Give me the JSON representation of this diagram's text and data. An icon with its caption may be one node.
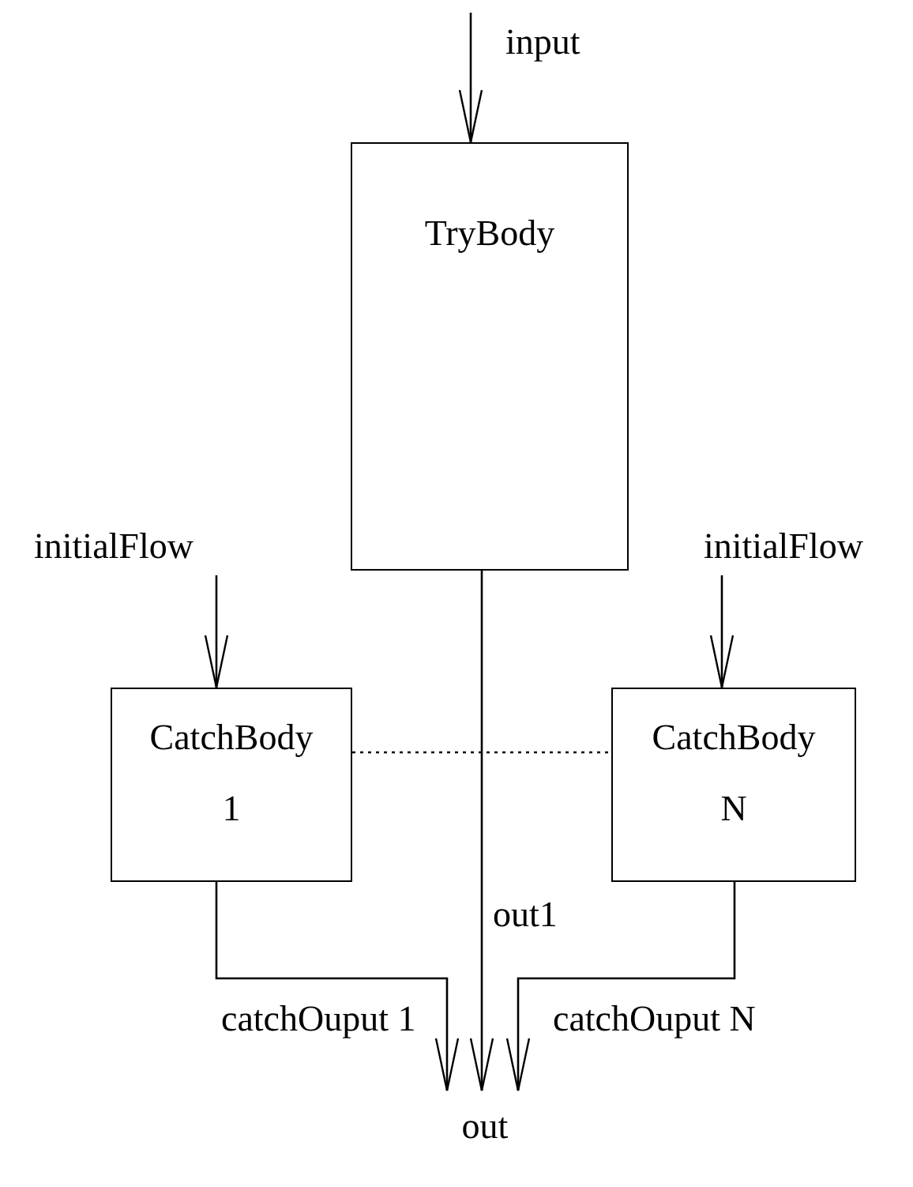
{
  "diagram": {
    "nodes": [
      {
        "text": [
          "TryBody"
        ]
      },
      {
        "text": [
          "initialFlow"
        ]
      },
      {
        "text": [
          "CatchBody",
          "1"
        ]
      },
      {
        "text": [
          "initialFlow"
        ]
      },
      {
        "text": [
          "CatchBody",
          "N"
        ]
      },
      {
        "text": [
          "out"
        ]
      }
    ],
    "edges": [
      {
        "from": null,
        "to": 0,
        "arrow": "to",
        "label": "input"
      },
      {
        "from": 1,
        "to": 2,
        "arrow": "to"
      },
      {
        "from": 3,
        "to": 4,
        "arrow": "to"
      },
      {
        "from": 2,
        "to": 4,
        "arrow": "none",
        "style": "dashed"
      },
      {
        "from": 0,
        "to": 5,
        "arrow": "to",
        "label": "out1"
      },
      {
        "from": 2,
        "to": 5,
        "arrow": "to",
        "label": "catchOuput 1"
      },
      {
        "from": 4,
        "to": 5,
        "arrow": "to",
        "label": "catchOuput N"
      }
    ]
  }
}
